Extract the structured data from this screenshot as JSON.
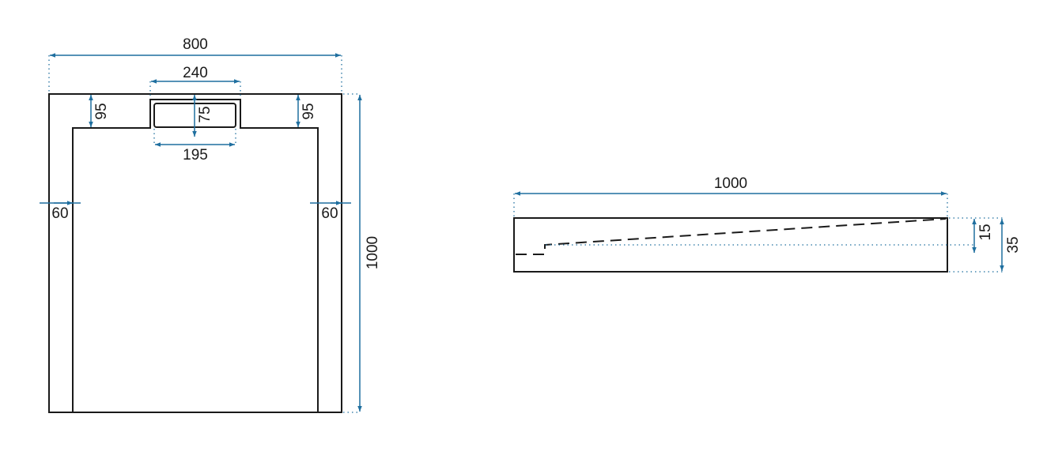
{
  "colors": {
    "outline": "#1a1a1a",
    "dimension": "#1f6f9f",
    "background": "#ffffff"
  },
  "top_view": {
    "overall_width": "800",
    "overall_length": "1000",
    "channel_outer_width": "240",
    "channel_inner_width": "195",
    "channel_depth": "75",
    "border_top_left": "95",
    "border_top_right": "95",
    "border_left": "60",
    "border_right": "60"
  },
  "side_view": {
    "length": "1000",
    "slope_drop": "15",
    "total_height": "35"
  }
}
